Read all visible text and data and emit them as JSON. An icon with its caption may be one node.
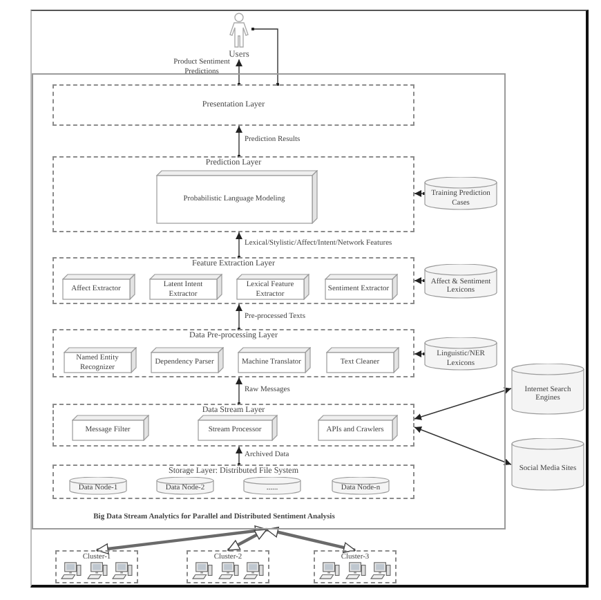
{
  "diagram": {
    "nodes": [
      {
        "text": [
          "Users"
        ]
      },
      {
        "text": [
          "Big Data Stream Analytics for Parallel and Distributed Sentiment Analysis"
        ]
      },
      {
        "text": [
          "Presentation Layer"
        ],
        "in": 1
      },
      {
        "text": [
          "Prediction Layer"
        ],
        "in": 1
      },
      {
        "text": [
          "Probabilistic Language Modeling"
        ],
        "in": 3
      },
      {
        "text": [
          "Training Prediction Cases"
        ],
        "in": 1
      },
      {
        "text": [
          "Feature Extraction Layer"
        ],
        "in": 1
      },
      {
        "text": [
          "Affect Extractor"
        ],
        "in": 6
      },
      {
        "text": [
          "Latent Intent Extractor"
        ],
        "in": 6
      },
      {
        "text": [
          "Lexical Feature Extractor"
        ],
        "in": 6
      },
      {
        "text": [
          "Sentiment Extractor"
        ],
        "in": 6
      },
      {
        "text": [
          "Affect & Sentiment Lexicons"
        ],
        "in": 1
      },
      {
        "text": [
          "Data Pre-processing Layer"
        ],
        "in": 1
      },
      {
        "text": [
          "Named Entity Recognizer"
        ],
        "in": 12
      },
      {
        "text": [
          "Dependency Parser"
        ],
        "in": 12
      },
      {
        "text": [
          "Machine Translator"
        ],
        "in": 12
      },
      {
        "text": [
          "Text Cleaner"
        ],
        "in": 12
      },
      {
        "text": [
          "Linguistic/NER Lexicons"
        ],
        "in": 1
      },
      {
        "text": [
          "Data Stream Layer"
        ],
        "in": 1
      },
      {
        "text": [
          "Message Filter"
        ],
        "in": 18
      },
      {
        "text": [
          "Stream Processor"
        ],
        "in": 18
      },
      {
        "text": [
          "APIs and Crawlers"
        ],
        "in": 18
      },
      {
        "text": [
          "Internet Search Engines"
        ]
      },
      {
        "text": [
          "Social Media Sites"
        ]
      },
      {
        "text": [
          "Storage Layer: Distributed File System"
        ],
        "in": 1
      },
      {
        "text": [
          "Data Node-1"
        ],
        "in": 24
      },
      {
        "text": [
          "Data Node-2"
        ],
        "in": 24
      },
      {
        "text": [
          "......"
        ],
        "in": 24
      },
      {
        "text": [
          "Data Node-n"
        ],
        "in": 24
      },
      {
        "text": [
          "Cluster-1"
        ]
      },
      {
        "text": [
          "Cluster-2"
        ]
      },
      {
        "text": [
          "Cluster-3"
        ]
      }
    ],
    "edges": [
      {
        "from": 2,
        "to": 0,
        "arrow": "to",
        "label": "Product Sentiment Predictions"
      },
      {
        "from": 0,
        "to": 2,
        "arrow": "other"
      },
      {
        "from": 3,
        "to": 2,
        "arrow": "to",
        "label": "Prediction Results"
      },
      {
        "from": 5,
        "to": 3,
        "arrow": "to"
      },
      {
        "from": 6,
        "to": 3,
        "arrow": "to",
        "label": "Lexical/Stylistic/Affect/Intent/Network Features"
      },
      {
        "from": 11,
        "to": 6,
        "arrow": "to"
      },
      {
        "from": 12,
        "to": 6,
        "arrow": "to",
        "label": "Pre-processed Texts"
      },
      {
        "from": 17,
        "to": 12,
        "arrow": "to"
      },
      {
        "from": 18,
        "to": 12,
        "arrow": "to",
        "label": "Raw Messages"
      },
      {
        "from": 24,
        "to": 18,
        "arrow": "to",
        "label": "Archived Data"
      },
      {
        "from": 18,
        "to": 22,
        "arrow": "both"
      },
      {
        "from": 18,
        "to": 23,
        "arrow": "both"
      },
      {
        "from": 29,
        "to": 1,
        "arrow": "both",
        "style": "thick"
      },
      {
        "from": 30,
        "to": 1,
        "arrow": "both",
        "style": "thick"
      },
      {
        "from": 31,
        "to": 1,
        "arrow": "both",
        "style": "thick"
      }
    ]
  }
}
